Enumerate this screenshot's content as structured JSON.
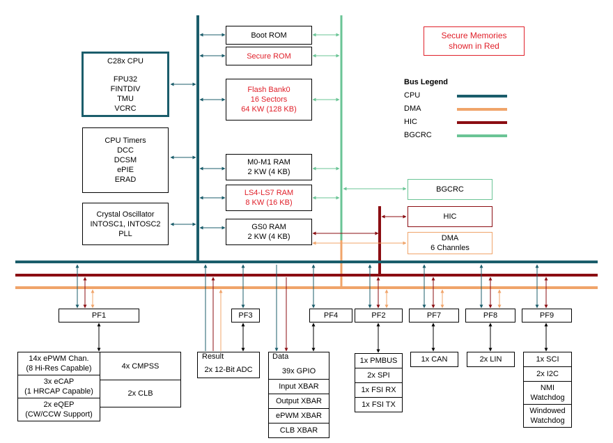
{
  "colors": {
    "cpu": "#1b5d6b",
    "dma": "#f0a46a",
    "hic": "#8b0d12",
    "bgcrc": "#6ac495",
    "secure": "#e0202a"
  },
  "cpu_block": {
    "title": "C28x CPU",
    "lines": [
      "FPU32",
      "FINTDIV",
      "TMU",
      "VCRC"
    ]
  },
  "timers_block": {
    "lines": [
      "CPU Timers",
      "DCC",
      "DCSM",
      "ePIE",
      "ERAD"
    ]
  },
  "osc_block": {
    "lines": [
      "Crystal Oscillator",
      "INTOSC1, INTOSC2",
      "PLL"
    ]
  },
  "memories": {
    "boot_rom": "Boot ROM",
    "secure_rom": "Secure ROM",
    "flash": [
      "Flash Bank0",
      "16 Sectors",
      "64 KW (128 KB)"
    ],
    "m0m1": [
      "M0-M1 RAM",
      "2 KW (4 KB)"
    ],
    "ls": [
      "LS4-LS7 RAM",
      "8 KW (16 KB)"
    ],
    "gs0": [
      "GS0 RAM",
      "2 KW (4 KB)"
    ]
  },
  "note": [
    "Secure Memories",
    "shown in Red"
  ],
  "legend": {
    "title": "Bus Legend",
    "items": [
      {
        "label": "CPU",
        "color": "#1b5d6b"
      },
      {
        "label": "DMA",
        "color": "#f0a46a"
      },
      {
        "label": "HIC",
        "color": "#8b0d12"
      },
      {
        "label": "BGCRC",
        "color": "#6ac495"
      }
    ]
  },
  "masters": {
    "bgcrc": "BGCRC",
    "hic": "HIC",
    "dma": [
      "DMA",
      "6 Channles"
    ]
  },
  "pf": {
    "pf1": "PF1",
    "pf3": "PF3",
    "pf4": "PF4",
    "pf2": "PF2",
    "pf7": "PF7",
    "pf8": "PF8",
    "pf9": "PF9"
  },
  "pf1_periph": {
    "epwm": [
      "14x ePWM Chan.",
      "(8 Hi-Res Capable)"
    ],
    "ecap": [
      "3x eCAP",
      "(1 HRCAP Capable)"
    ],
    "eqep": [
      "2x eQEP",
      "(CW/CCW Support)"
    ],
    "cmpss": "4x CMPSS",
    "clb": "2x CLB"
  },
  "pf3_periph": {
    "tag": "Result",
    "adc": "2x 12-Bit ADC"
  },
  "pf4_periph": {
    "tag": "Data",
    "items": [
      "39x GPIO",
      "Input XBAR",
      "Output XBAR",
      "ePWM XBAR",
      "CLB XBAR"
    ]
  },
  "pf2_periph": [
    "1x PMBUS",
    "2x SPI",
    "1x FSI RX",
    "1x FSI TX"
  ],
  "pf7_periph": [
    "1x CAN"
  ],
  "pf8_periph": [
    "2x LIN"
  ],
  "pf9_periph": [
    "1x SCI",
    "2x I2C",
    [
      "NMI",
      "Watchdog"
    ],
    [
      "Windowed",
      "Watchdog"
    ]
  ]
}
